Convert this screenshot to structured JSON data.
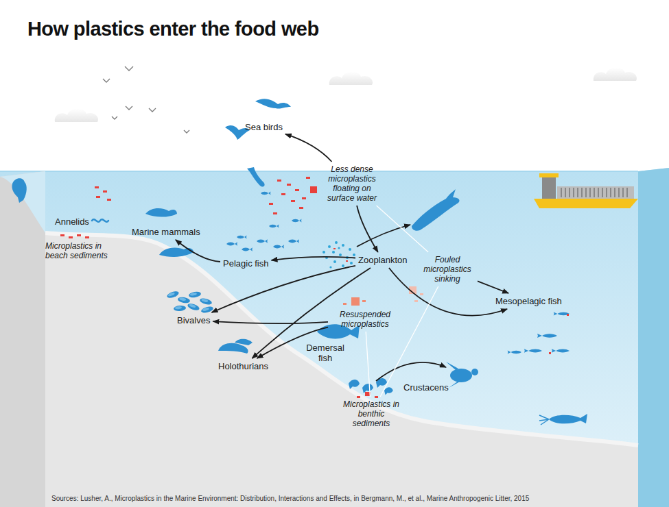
{
  "diagram": {
    "title": "How plastics enter the food web",
    "caption": "Sources: Lusher, A., Microplastics in the Marine Environment: Distribution, Interactions and Effects, in Bergmann, M., et al., Marine Anthropogenic Litter, 2015",
    "nodes": [
      {
        "text": [
          "Sea birds"
        ]
      },
      {
        "text": [
          "Less dense microplastics floating on surface water"
        ]
      },
      {
        "text": [
          "Annelids"
        ]
      },
      {
        "text": [
          "Microplastics in beach sediments"
        ]
      },
      {
        "text": [
          "Marine mammals"
        ]
      },
      {
        "text": [
          "Pelagic fish"
        ]
      },
      {
        "text": [
          "Zooplankton"
        ]
      },
      {
        "text": [
          "Fouled microplastics sinking"
        ]
      },
      {
        "text": [
          "Mesopelagic fish"
        ]
      },
      {
        "text": [
          "Bivalves"
        ]
      },
      {
        "text": [
          "Resuspended microplastics"
        ]
      },
      {
        "text": [
          "Holothurians"
        ]
      },
      {
        "text": [
          "Demersal fish"
        ]
      },
      {
        "text": [
          "Crustacens"
        ]
      },
      {
        "text": [
          "Microplastics in benthic sediments"
        ]
      }
    ],
    "edges": [
      {
        "from": 1,
        "to": 0,
        "arrow": "to"
      },
      {
        "from": 1,
        "to": 6,
        "arrow": "to"
      },
      {
        "from": 6,
        "to": 5,
        "arrow": "to"
      },
      {
        "from": 5,
        "to": 4,
        "arrow": "to"
      },
      {
        "from": 6,
        "to": 9,
        "arrow": "to"
      },
      {
        "from": 6,
        "to": 11,
        "arrow": "to"
      },
      {
        "from": 6,
        "to": 8,
        "arrow": "to"
      },
      {
        "from": 10,
        "to": 9,
        "arrow": "to"
      },
      {
        "from": 10,
        "to": 11,
        "arrow": "to"
      },
      {
        "from": 7,
        "to": 8,
        "arrow": "to"
      },
      {
        "from": 1,
        "to": 7,
        "arrow": "none"
      },
      {
        "from": 7,
        "to": 14,
        "arrow": "none"
      },
      {
        "from": 10,
        "to": 14,
        "arrow": "none"
      }
    ]
  }
}
